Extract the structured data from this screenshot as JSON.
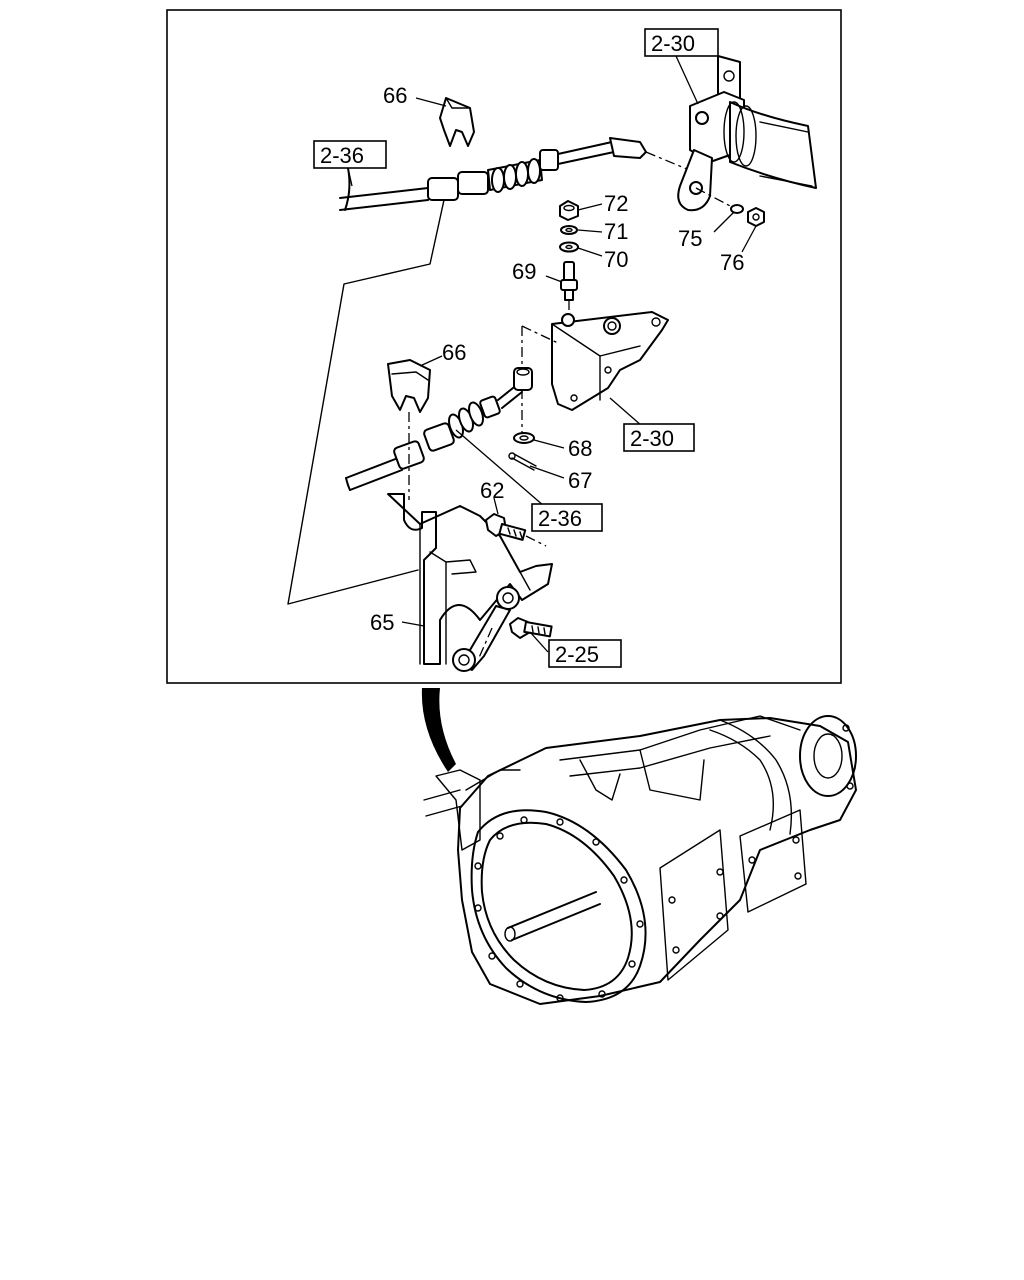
{
  "callouts": {
    "c66a": "66",
    "c66b": "66",
    "c72": "72",
    "c71": "71",
    "c70": "70",
    "c69": "69",
    "c75": "75",
    "c76": "76",
    "c68": "68",
    "c67": "67",
    "c62": "62",
    "c65": "65"
  },
  "references": {
    "r230a": "2-30",
    "r236a": "2-36",
    "r230b": "2-30",
    "r236b": "2-36",
    "r225": "2-25"
  }
}
